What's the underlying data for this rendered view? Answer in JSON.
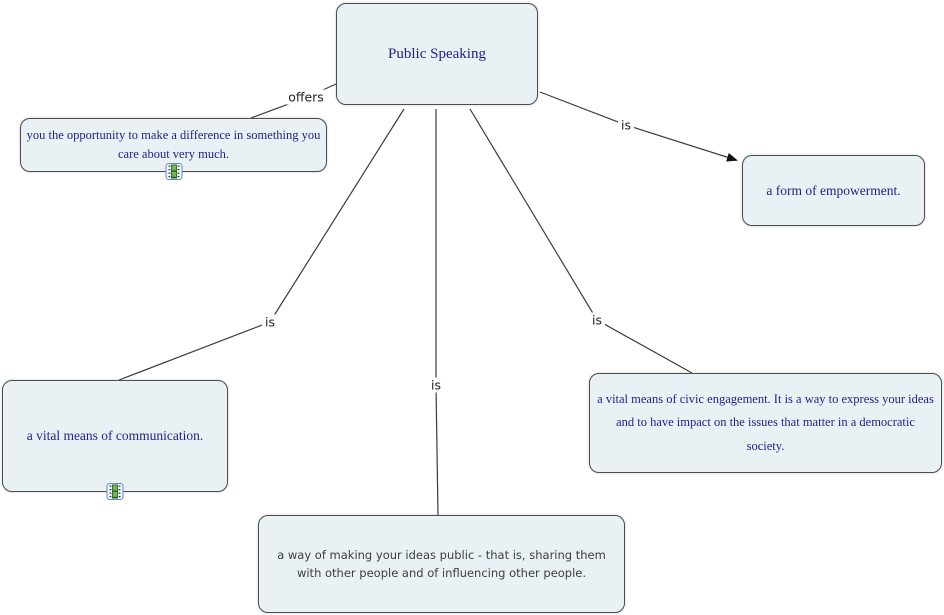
{
  "colors": {
    "canvas_background": "#ffffff",
    "node_fill": "#eaf1f4",
    "node_border": "#4d4d4d",
    "concept_text": "#22228e",
    "plain_concept_text": "#3d3d3d",
    "edge_line": "#3c3c3c",
    "edge_label_text": "#222222",
    "film_icon_border": "#5e8fc0",
    "film_icon_green": "#72b84e"
  },
  "nodes": {
    "public_speaking": {
      "text": "Public Speaking"
    },
    "opportunity": {
      "text": "you the opportunity to make a difference in something you care about very much.",
      "icon": "film-resource-icon"
    },
    "empowerment": {
      "text": "a form of empowerment."
    },
    "communication": {
      "text": "a vital means of communication.",
      "icon": "film-resource-icon"
    },
    "ideas_public": {
      "text": "a way of making your ideas public - that is, sharing them with other people and of influencing other people."
    },
    "civic_engagement": {
      "text": "a vital means of civic engagement. It is a way to express your ideas and to have impact on the issues that matter in a democratic society."
    }
  },
  "edges": {
    "offers": {
      "label": "offers",
      "from": "public_speaking",
      "to": "opportunity",
      "arrow": false
    },
    "is_empowerment": {
      "label": "is",
      "from": "public_speaking",
      "to": "empowerment",
      "arrow": true
    },
    "is_communication": {
      "label": "is",
      "from": "public_speaking",
      "to": "communication",
      "arrow": false
    },
    "is_ideas_public": {
      "label": "is",
      "from": "public_speaking",
      "to": "ideas_public",
      "arrow": false
    },
    "is_civic": {
      "label": "is",
      "from": "public_speaking",
      "to": "civic_engagement",
      "arrow": false
    }
  }
}
